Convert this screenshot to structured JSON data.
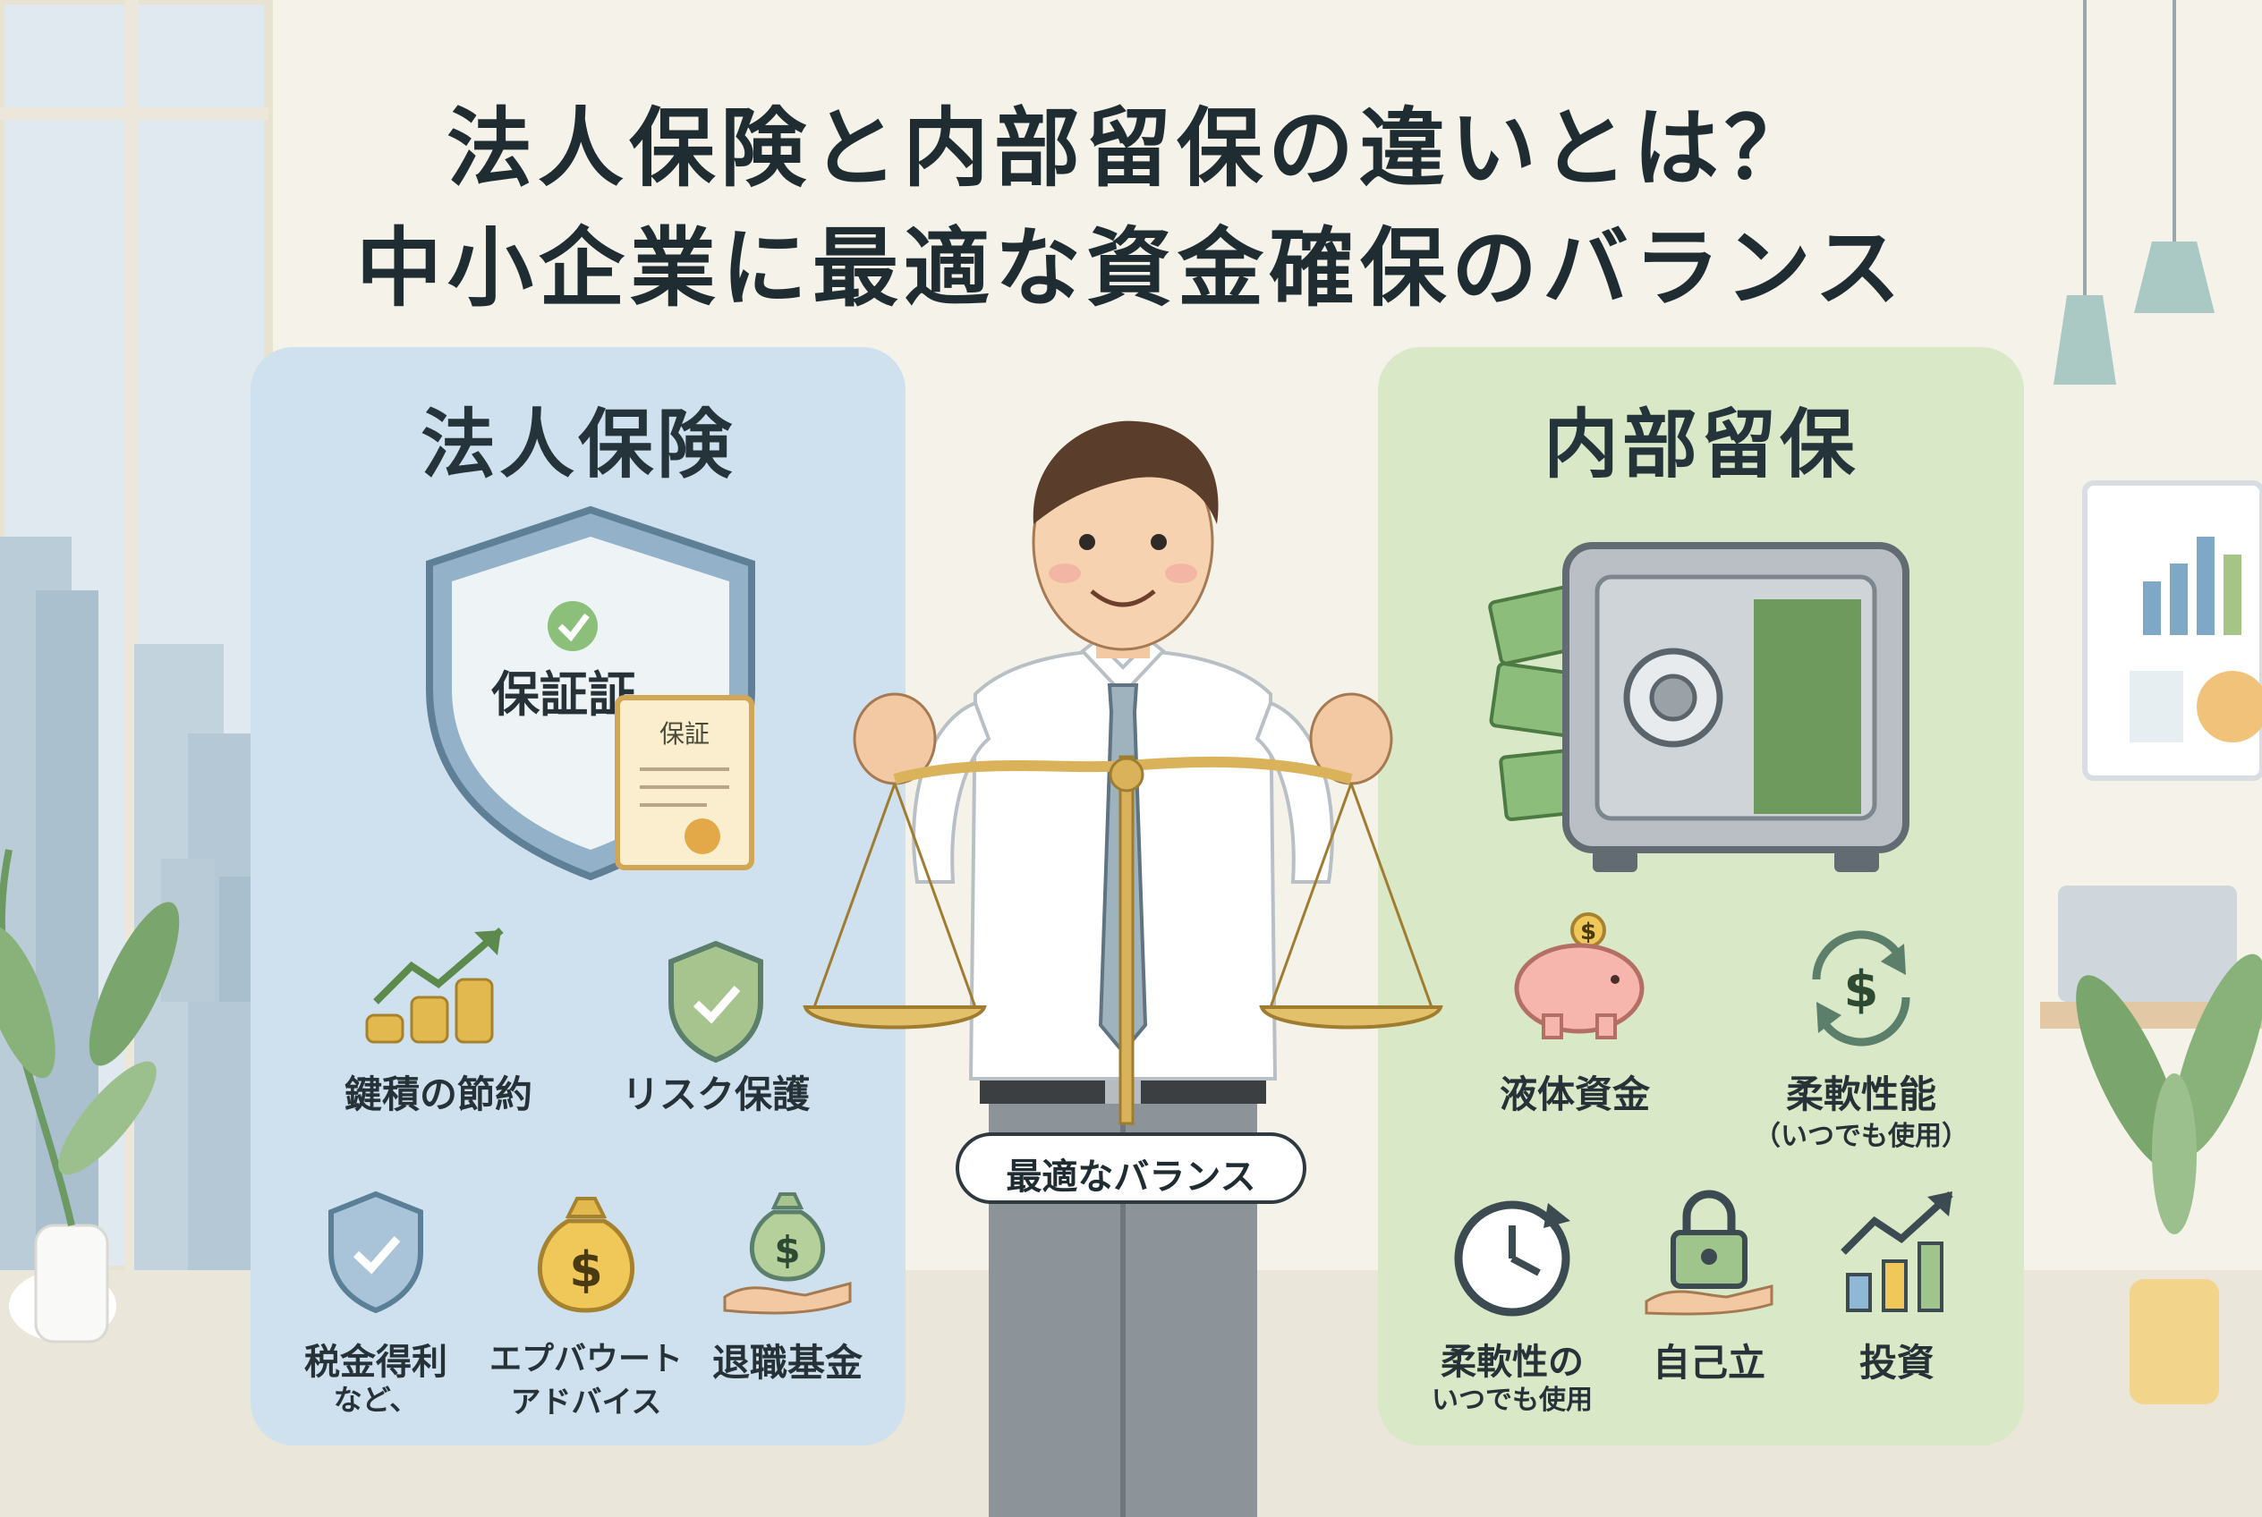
{
  "title": {
    "line1": "法人保険と内部留保の違いとは？",
    "line2": "中小企業に最適な資金確保のバランス"
  },
  "left_panel": {
    "heading": "法人保険",
    "shield_text": "保証証",
    "certificate_text": "保証",
    "features": [
      {
        "label": "鍵積の節約",
        "icon": "coins-growth-icon"
      },
      {
        "label": "リスク保護",
        "icon": "shield-check-icon"
      },
      {
        "label": "税金得利",
        "sub": "など、",
        "icon": "shield-check-icon"
      },
      {
        "label": "エプバウート",
        "sub": "アドバイス",
        "icon": "money-bag-icon"
      },
      {
        "label": "退職基金",
        "icon": "hand-money-bag-icon"
      }
    ]
  },
  "right_panel": {
    "heading": "内部留保",
    "features": [
      {
        "label": "液体資金",
        "icon": "piggy-bank-icon"
      },
      {
        "label": "柔軟性能",
        "sub": "（いつでも使用）",
        "icon": "dollar-cycle-icon"
      },
      {
        "label": "柔軟性の",
        "sub": "いつでも使用",
        "icon": "clock-icon"
      },
      {
        "label": "自己立",
        "icon": "hand-lock-icon"
      },
      {
        "label": "投資",
        "icon": "bar-growth-icon"
      }
    ]
  },
  "center": {
    "balance_label": "最適なバランス"
  },
  "colors": {
    "left_panel": "#cfe1ee",
    "right_panel": "#d9e8c6",
    "title": "#1f2d33",
    "gold": "#d9b25a",
    "shirt": "#ffffff",
    "tie": "#9fb3bf"
  }
}
